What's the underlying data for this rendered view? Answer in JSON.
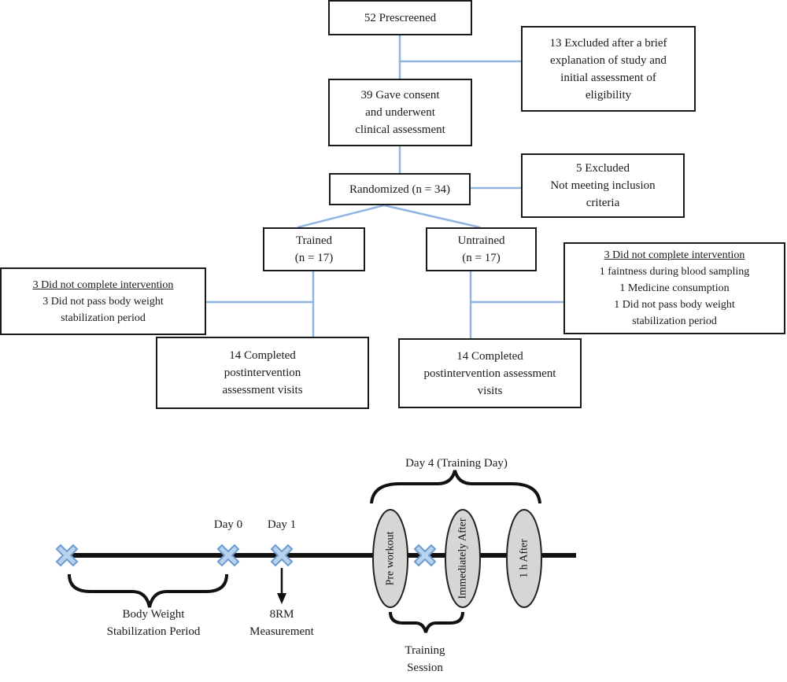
{
  "flowchart": {
    "prescreened": "52 Prescreened",
    "excluded1": [
      "13 Excluded after a brief",
      "explanation of study and",
      "initial assessment of",
      "eligibility"
    ],
    "consent": [
      "39 Gave consent",
      "and underwent",
      "clinical assessment"
    ],
    "randomized": "Randomized (n = 34)",
    "excluded2": [
      "5 Excluded",
      "Not meeting inclusion",
      "criteria"
    ],
    "trained": [
      "Trained",
      "(n = 17)"
    ],
    "untrained": [
      "Untrained",
      "(n = 17)"
    ],
    "trained_dropout": {
      "heading": "3 Did not complete intervention",
      "lines": [
        "3 Did not pass body weight",
        "stabilization period"
      ]
    },
    "untrained_dropout": {
      "heading": "3 Did not complete intervention",
      "lines": [
        "1 faintness during blood sampling",
        "1 Medicine consumption",
        "1 Did not pass body weight",
        "stabilization period"
      ]
    },
    "trained_completed": [
      "14 Completed",
      "postintervention",
      "assessment visits"
    ],
    "untrained_completed": [
      "14 Completed",
      "postintervention assessment",
      "visits"
    ],
    "connector_color": "#8fb5e0"
  },
  "timeline": {
    "day4_label": "Day 4 (Training Day)",
    "day0_label": "Day 0",
    "day1_label": "Day 1",
    "stabilization_label": [
      "Body Weight",
      "Stabilization Period"
    ],
    "measurement_label": [
      "8RM",
      "Measurement"
    ],
    "training_session_label": [
      "Training",
      "Session"
    ],
    "ovals": [
      "Pre workout",
      "Immediately After",
      "1 h After"
    ],
    "marker_fill": "#b9d3ee",
    "marker_stroke": "#6c9bd0",
    "oval_fill": "#d6d6d6"
  }
}
